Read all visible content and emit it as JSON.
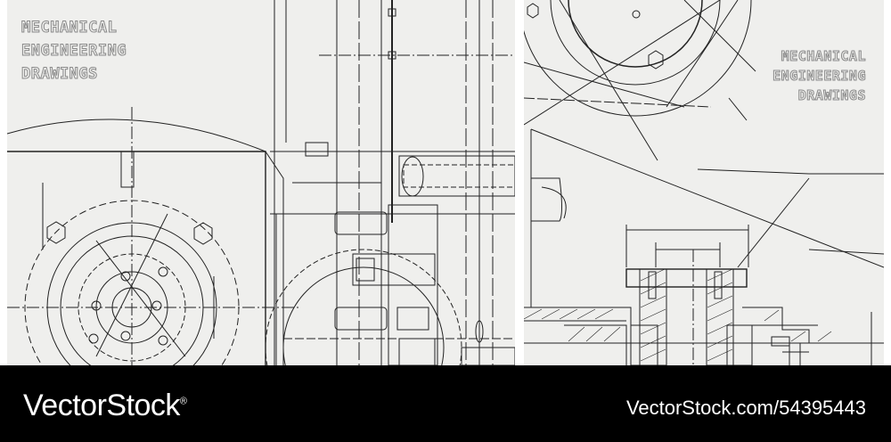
{
  "left_panel": {
    "title_lines": [
      "MECHANICAL",
      "ENGINEERING",
      "DRAWINGS"
    ]
  },
  "right_panel": {
    "title_lines": [
      "MECHANICAL",
      "ENGINEERING",
      "DRAWINGS"
    ]
  },
  "footer": {
    "brand": "VectorStock",
    "registered_mark": "®",
    "asset_id": "VectorStock.com/54395443"
  },
  "colors": {
    "background": "#efefed",
    "line": "#222222",
    "footer": "#000000"
  }
}
